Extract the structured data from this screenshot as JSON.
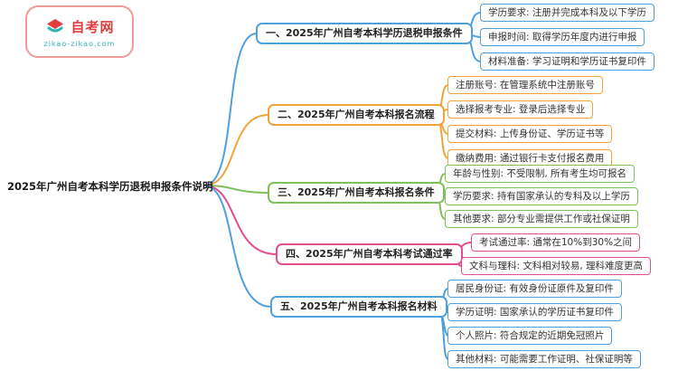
{
  "logo": {
    "title": "自考网",
    "subtitle": "zikao-zikao.com"
  },
  "root": {
    "title": "2025年广州自考本科学历退税申报条件说明"
  },
  "palette": {
    "blue": "#4fa0dc",
    "orange": "#f0a53c",
    "green": "#7fc05a",
    "pink": "#e34f8e",
    "logo_red": "#e03e3e",
    "logo_teal": "#2fb3b3",
    "logo_border": "#f09a9a"
  },
  "branches": [
    {
      "label": "一、2025年广州自考本科学历退税申报条件",
      "color": "#4fa0dc",
      "leaves": [
        {
          "text": "学历要求: 注册并完成本科及以下学历"
        },
        {
          "text": "申报时间: 取得学历年度内进行申报"
        },
        {
          "text": "材料准备: 学习证明和学历证书复印件"
        }
      ]
    },
    {
      "label": "二、2025年广州自考本科报名流程",
      "color": "#f0a53c",
      "leaves": [
        {
          "text": "注册账号: 在管理系统中注册账号"
        },
        {
          "text": "选择报考专业: 登录后选择专业"
        },
        {
          "text": "提交材料: 上传身份证、学历证书等"
        },
        {
          "text": "缴纳费用: 通过银行卡支付报名费用"
        }
      ]
    },
    {
      "label": "三、2025年广州自考本科报名条件",
      "color": "#7fc05a",
      "leaves": [
        {
          "text": "年龄与性别: 不受限制, 所有考生均可报名"
        },
        {
          "text": "学历要求: 持有国家承认的专科及以上学历"
        },
        {
          "text": "其他要求: 部分专业需提供工作或社保证明"
        }
      ]
    },
    {
      "label": "四、2025年广州自考本科考试通过率",
      "color": "#e34f8e",
      "leaves": [
        {
          "text": "考试通过率: 通常在10%到30%之间"
        },
        {
          "text": "文科与理科: 文科相对较易, 理科难度更高"
        }
      ]
    },
    {
      "label": "五、2025年广州自考本科报名材料",
      "color": "#4fa0dc",
      "leaves": [
        {
          "text": "居民身份证: 有效身份证原件及复印件"
        },
        {
          "text": "学历证明: 国家承认的学历证书复印件"
        },
        {
          "text": "个人照片: 符合规定的近期免冠照片"
        },
        {
          "text": "其他材料: 可能需要工作证明、社保证明等"
        }
      ]
    }
  ]
}
